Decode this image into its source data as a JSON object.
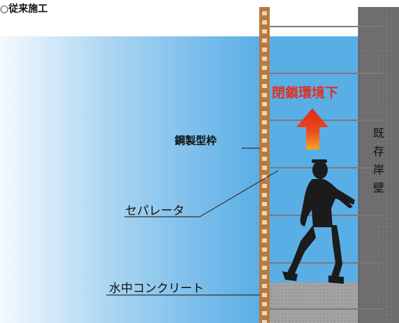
{
  "title": "○従来施工",
  "labels": {
    "env": "閉鎖環境下",
    "formwork": "鋼製型枠",
    "separator": "セパレータ",
    "concrete": "水中コンクリート",
    "wall_chars": [
      "既",
      "存",
      "岸",
      "壁"
    ]
  },
  "colors": {
    "water_top": "#5aaee6",
    "water_light": "#eaf5fc",
    "formwork": "#b87a3c",
    "wall": "#6f6d6f",
    "arrow": "#e8301e",
    "concrete": "#9e9e9e",
    "diver": "#1b1b1b"
  }
}
